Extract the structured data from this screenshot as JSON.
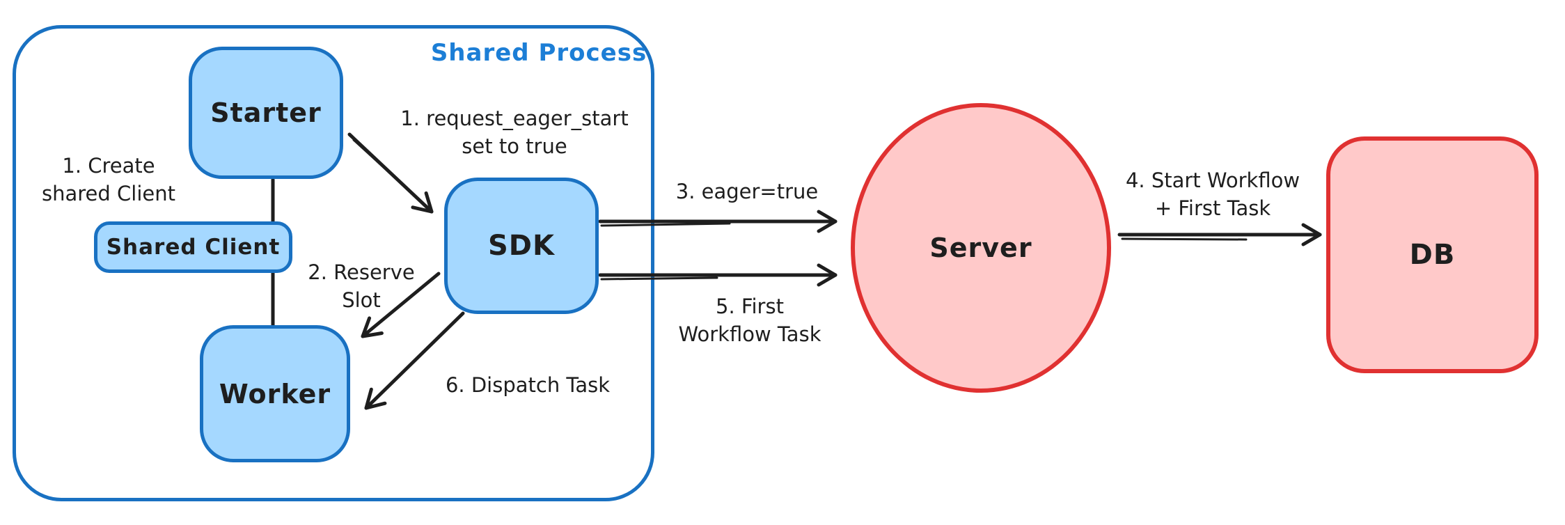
{
  "diagram": {
    "container_label": "Shared Process",
    "nodes": {
      "starter": "Starter",
      "shared_client": "Shared Client",
      "worker": "Worker",
      "sdk": "SDK",
      "server": "Server",
      "db": "DB"
    },
    "annotations": {
      "create_client": [
        "1. Create",
        "shared Client"
      ],
      "request_eager_start": [
        "1. request_eager_start",
        "set to true"
      ],
      "reserve_slot": [
        "2. Reserve",
        "Slot"
      ],
      "eager_true": [
        "3. eager=true"
      ],
      "start_workflow": [
        "4. Start Workflow",
        "+ First Task"
      ],
      "first_workflow_task": [
        "5. First",
        "Workflow Task"
      ],
      "dispatch_task": [
        "6. Dispatch Task"
      ]
    },
    "colors": {
      "blue_stroke": "#1971c2",
      "blue_fill": "#a5d8ff",
      "blue_label": "#1c7ed6",
      "red_stroke": "#e03131",
      "red_fill": "#ffc9c9",
      "ink": "#1e1e1e",
      "background": "#ffffff"
    }
  }
}
